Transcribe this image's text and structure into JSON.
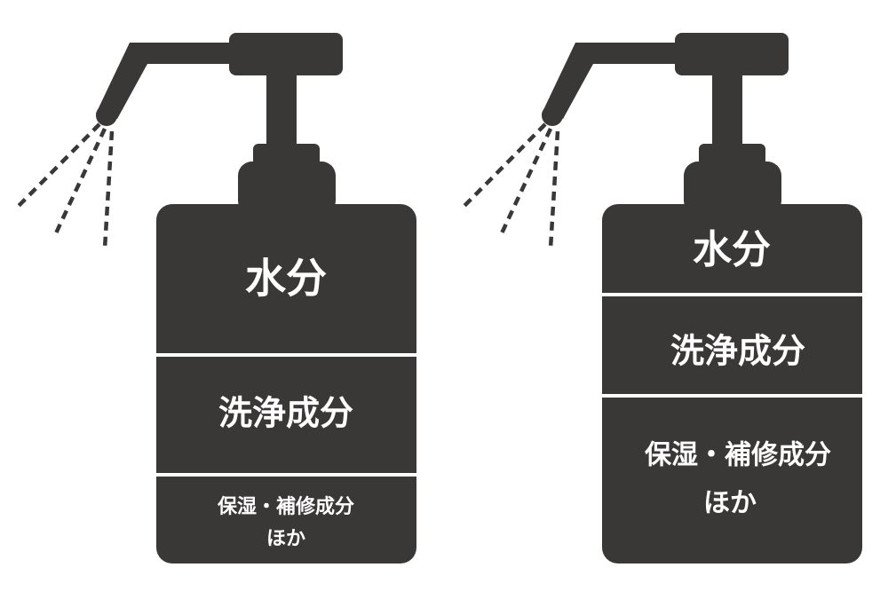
{
  "colors": {
    "bottle": "#3a3737",
    "text": "#ffffff",
    "background": "#ffffff"
  },
  "bottles": [
    {
      "sections": {
        "water": "水分",
        "cleanser": "洗浄成分",
        "moisturizing_line1": "保湿・補修成分",
        "moisturizing_line2": "ほか"
      }
    },
    {
      "sections": {
        "water": "水分",
        "cleanser": "洗浄成分",
        "moisturizing_line1": "保湿・補修成分",
        "moisturizing_line2": "ほか"
      }
    }
  ]
}
